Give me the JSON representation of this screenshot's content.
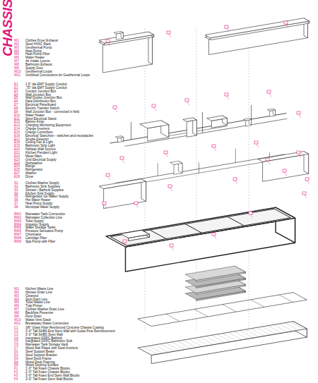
{
  "diagram": {
    "title": "CHASSIS",
    "labels": [
      "W1",
      "Clothes Dryer Exhaust",
      "W2",
      "Steel HVAC Rack",
      "W3",
      "Geothermal Pump",
      "W4",
      "Heat Pump",
      "W5",
      "Heat Pump Filter",
      "W6",
      "Water Heater",
      "W7",
      "Air Intake Louvre",
      "W8",
      "Bathroom Exhaust",
      "W9",
      "Supply Duct",
      "W10",
      "Geothermal Loops",
      "W11",
      "Umbilical Connections for Geothermal Loops",
      "E1",
      "1.5\" dia EMT Supply Conduit",
      "E2",
      ".75\" dia EMT Supply Conduit",
      "E3",
      "Conduit Junction Box",
      "E4",
      "Wall Junction Box",
      "E5",
      "Wall Duplex Junction Box",
      "E6",
      "Data Distribution Box",
      "E7",
      "Electrical Panelboard",
      "E8",
      "Electric Transfer Switch",
      "E9",
      "Wall Junction Box - connected in field",
      "E10",
      "Water Heater",
      "E11",
      "Steel Electrical Stand",
      "E12",
      "Battery Array",
      "E13",
      "Charging Monitoring Equipment",
      "E14",
      "Charge Inverters",
      "E15",
      "Charge Controllers",
      "E16",
      "Electrical Stanchion - switches and receptacles",
      "E17",
      "Smoke Detector",
      "E18",
      "Ceiling Fan & Light",
      "E19",
      "Bathroom Strip Light",
      "E20",
      "Hallway Wall Sconce",
      "E21",
      "Kitchen Pendant Light",
      "E22",
      "Meter Main",
      "E23",
      "Grid Electrical Supply",
      "E24",
      "Dishwasher",
      "E25",
      "Range",
      "E26",
      "Refrigerator",
      "E27",
      "Washer",
      "E28",
      "Dryer",
      "S1",
      "Clothes Washer Supply",
      "S2",
      "Bathroom Sink Supplies",
      "S3",
      "Shower / Bathtub Supplies",
      "S4",
      "Kitchen Sink Supply",
      "S5",
      "Refrigerator Ice Maker Supply",
      "S6",
      "Hot Water Heater",
      "S7",
      "Heat Pump Supply",
      "S8",
      "Municipal Water Supply",
      "RW1",
      "Rainwater Tank Connection",
      "RW2",
      "Rainwater Collection Line",
      "RW3",
      "Toilet Supply",
      "RW4",
      "Irrigation Supply",
      "RW5",
      "Water Storage Tanks",
      "RW6",
      "Pressure Sensative Pump",
      "RW7",
      "Chlorinator",
      "RW8",
      "Cartridge Filter",
      "RW9",
      "Spa Pump with Filter",
      "W1",
      "Kitchen Waste Line",
      "W2",
      "Shower Drain Line",
      "W3",
      "Cleanout",
      "W4",
      "Sink Drain Line",
      "W5",
      "Toilet Waste Line",
      "W6",
      "Trap Primer",
      "W7",
      "Clothes Washer Drain Line",
      "W8",
      "Backflow Preventer",
      "W9",
      "Floor Drain",
      "W10",
      "Waste Vent Stack",
      "W11",
      "Breakaway Waste Connection",
      "C1",
      "3/8\" Glass Fiber Reinforced Concrete Chassis Coating",
      "C2",
      "3'-0\" Tall SABS End Stem Wall with Guide Post Reinforcement",
      "C3",
      "3'-0\" Tall SABS Stem Wall",
      "C4",
      "Integrated GFRC Bathtub",
      "C5",
      "Integrated GFRC Bathroom Sink",
      "C6",
      "Rainwater Tank Storage Vault",
      "C7",
      "Wood Rail Plates with Steel Anchors",
      "D1",
      "Steel Support Beam",
      "D2",
      "Steel Support Bracket",
      "D3",
      "Steel Deck Frame",
      "D4",
      "Wood Deck Framing",
      "D5",
      "Wood Decking Surface",
      "F1",
      "1'-0\" Tall Foam Chassis Blocks",
      "F2",
      "2'-0\" Tall Foam Chassis Blocks",
      "F3",
      "3'-0\" Tall Foam End Stem Wall Blocks",
      "F4",
      "3'-0\" Tall Foam Stem Wall Blocks"
    ]
  }
}
